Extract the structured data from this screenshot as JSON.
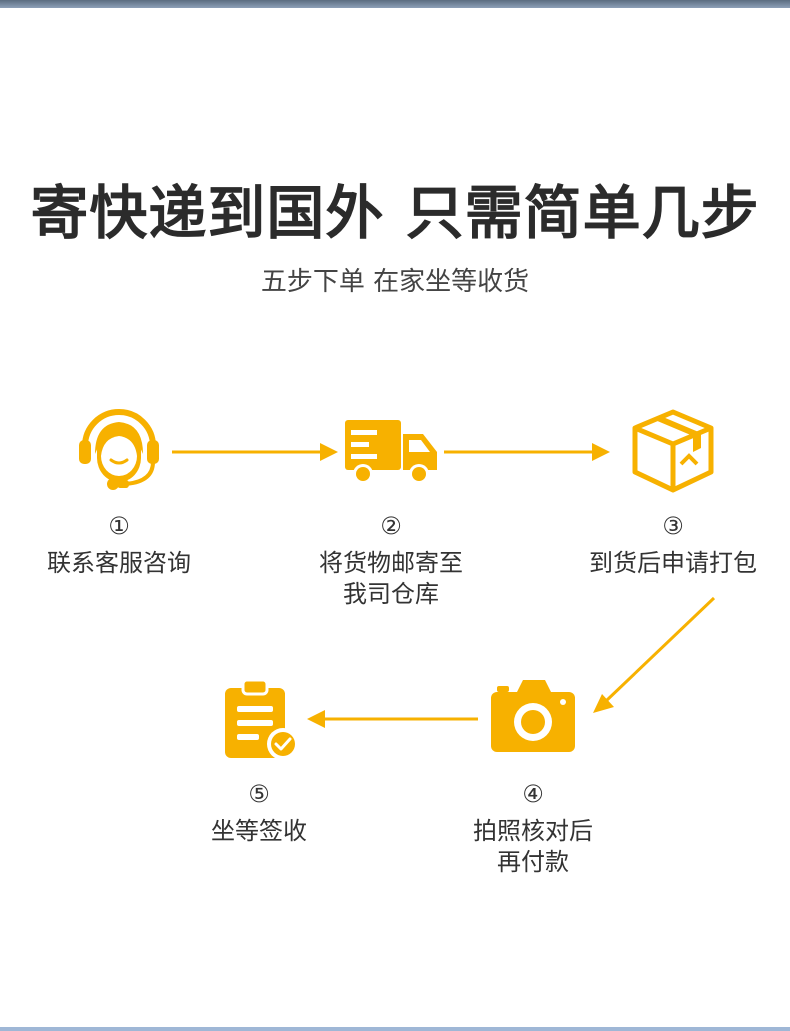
{
  "header": {
    "title": "寄快递到国外 只需简单几步",
    "subtitle": "五步下单 在家坐等收货"
  },
  "accent_color": "#F7B100",
  "steps": [
    {
      "number": "①",
      "label_lines": [
        "联系客服咨询"
      ],
      "icon": "customer-service-icon"
    },
    {
      "number": "②",
      "label_lines": [
        "将货物邮寄至",
        "我司仓库"
      ],
      "icon": "delivery-truck-icon"
    },
    {
      "number": "③",
      "label_lines": [
        "到货后申请打包"
      ],
      "icon": "package-box-icon"
    },
    {
      "number": "④",
      "label_lines": [
        "拍照核对后",
        "再付款"
      ],
      "icon": "camera-icon"
    },
    {
      "number": "⑤",
      "label_lines": [
        "坐等签收"
      ],
      "icon": "clipboard-check-icon"
    }
  ]
}
